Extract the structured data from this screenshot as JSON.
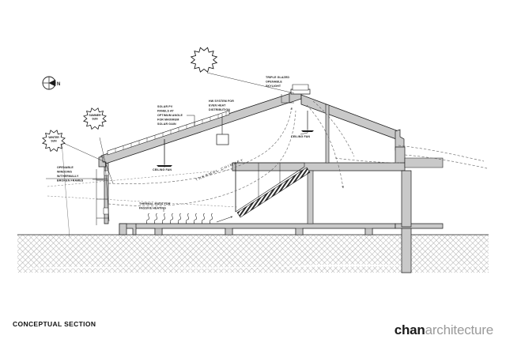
{
  "sheet": {
    "title": "CONCEPTUAL SECTION",
    "background_color": "#ffffff"
  },
  "logo": {
    "bold_part": "chan",
    "light_part": "architecture",
    "bold_color": "#1a1a1a",
    "light_color": "#9a9a9a"
  },
  "compass": {
    "label": "N"
  },
  "sun_symbols": {
    "summer": "SUMMER\nSUN",
    "summer_line1": "SUMMER",
    "summer_line2": "SUN",
    "winter_line1": "WINTER",
    "winter_line2": "SUN"
  },
  "annotations": {
    "solar_pv": {
      "line1": "SOLAR PV",
      "line2": "PANELS AT",
      "line3": "OPTIMUM ANGLE",
      "line4": "FOR MAXIMUM",
      "line5": "SOLAR GAIN"
    },
    "hw_system": {
      "line1": "HW SYSTEM FOR",
      "line2": "EVEN HEAT",
      "line3": "DISTRIBUTION"
    },
    "skylight": {
      "line1": "TRIPLE GLAZED",
      "line2": "OPENABLE",
      "line3": "SKYLIGHT"
    },
    "ceiling_fan_right": {
      "line1": "CEILING FAN"
    },
    "ceiling_fan_left": {
      "line1": "CEILING FAN"
    },
    "openable_windows": {
      "line1": "OPENABLE",
      "line2": "WINDOWS",
      "line3": "W/THERMALLY",
      "line4": "BROKEN FRAMES"
    },
    "thermal_mass": {
      "line1": "THERMAL MASS FOR",
      "line2": "PASSIVE HEATING"
    },
    "thermal_chimney": {
      "text": "THERMAL CHIMNEY"
    }
  },
  "colors": {
    "line": "#1a1a1a",
    "fill_gray": "#b8b8b8",
    "fill_light": "#d8d8d8",
    "ground_hatch": "#9a9a9a",
    "dash": "#6a6a6a"
  }
}
